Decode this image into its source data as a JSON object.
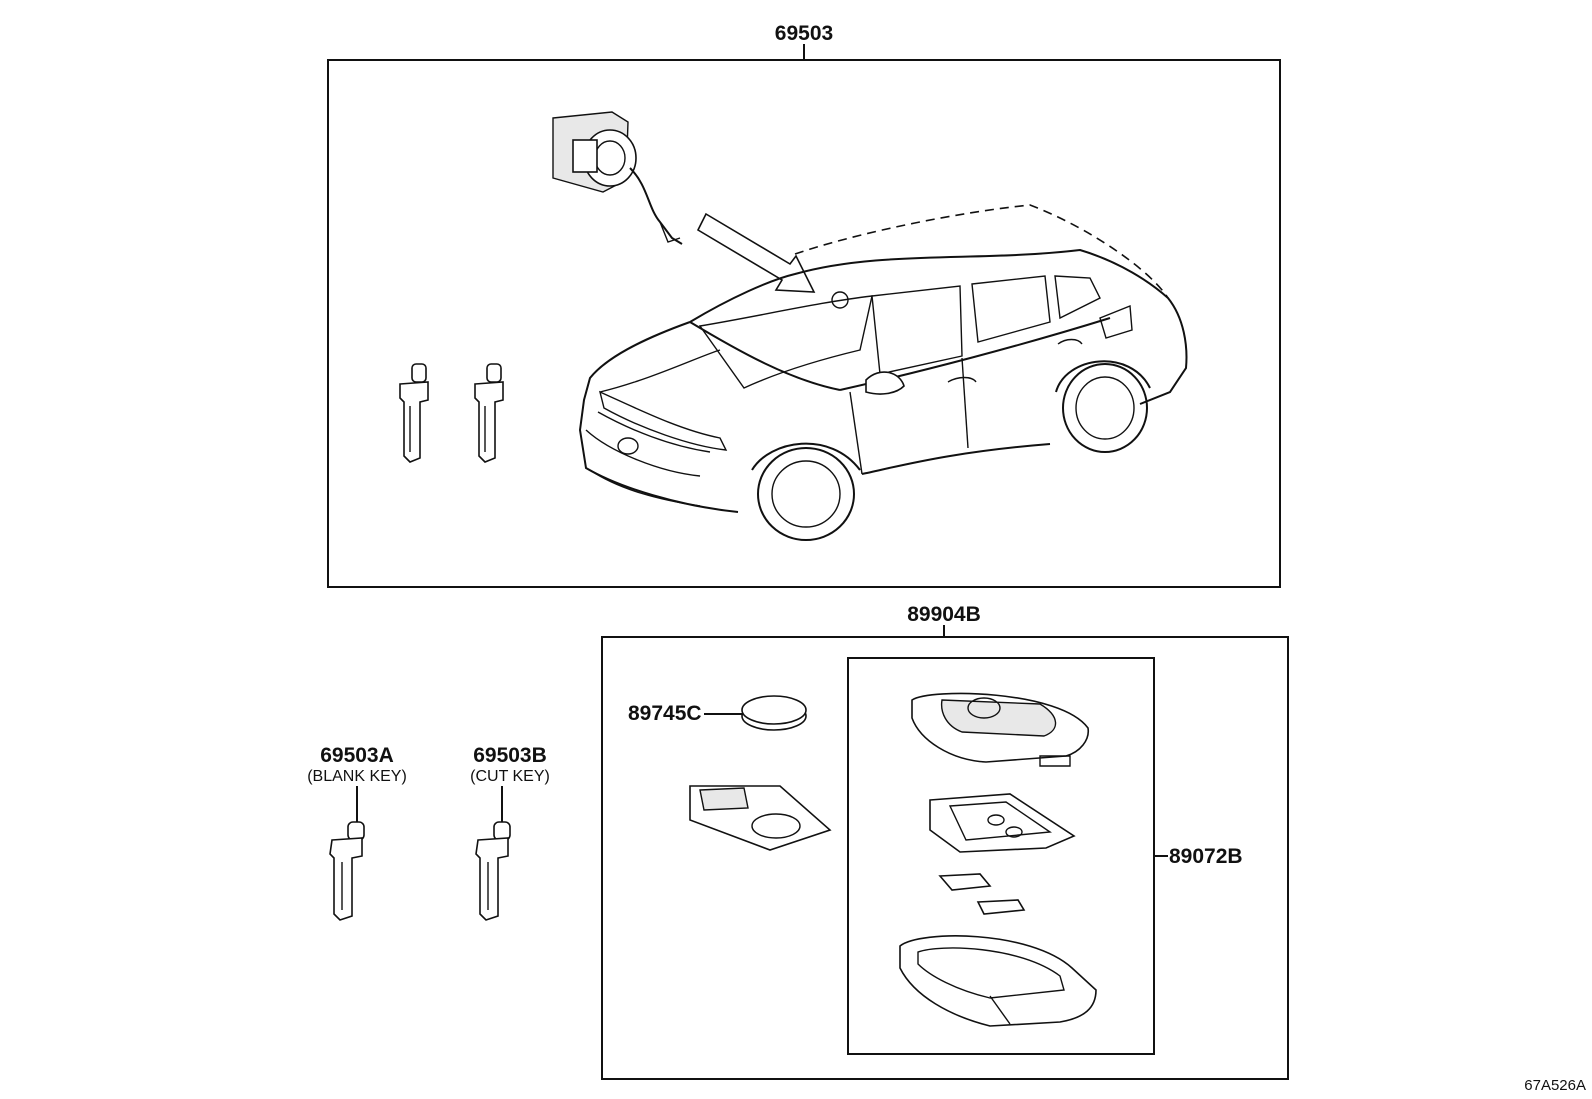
{
  "labels": {
    "kit": "69503",
    "transmitter_assy": "89904B",
    "battery": "89745C",
    "case": "89072B",
    "blank_key_no": "69503A",
    "blank_key_desc": "(BLANK KEY)",
    "cut_key_no": "69503B",
    "cut_key_desc": "(CUT KEY)",
    "diagram_ref": "67A526A"
  }
}
